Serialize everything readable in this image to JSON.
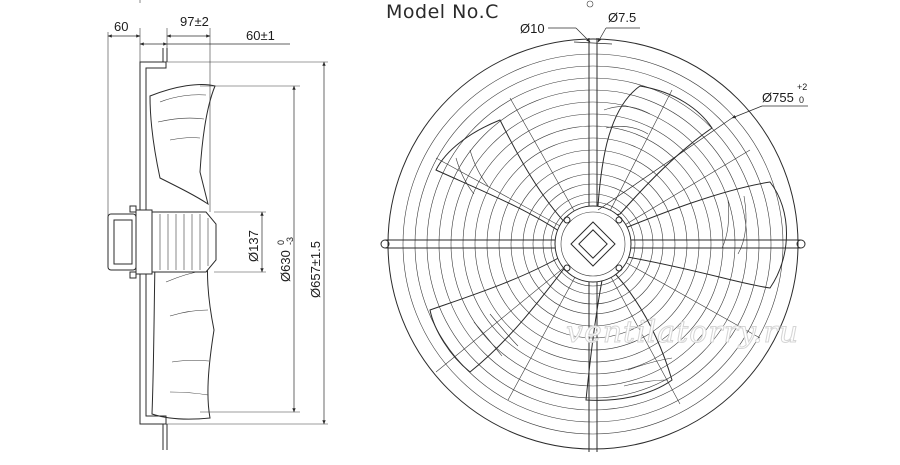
{
  "title": "Model No.C",
  "side_view": {
    "dim_depth_left": "60",
    "dim_depth_mid": "97±2",
    "dim_depth_right": "60±1",
    "dim_hub": "Ø137",
    "dim_impeller": "Ø630",
    "dim_impeller_tol_upper": "0",
    "dim_impeller_tol_lower": "-3",
    "dim_overall": "Ø657±1.5"
  },
  "front_view": {
    "dim_hole_left": "Ø10",
    "dim_hole_right": "Ø7.5",
    "dim_guard": "Ø755",
    "dim_guard_tol_upper": "+2",
    "dim_guard_tol_lower": "0"
  },
  "watermark": "ventilatorry.ru"
}
